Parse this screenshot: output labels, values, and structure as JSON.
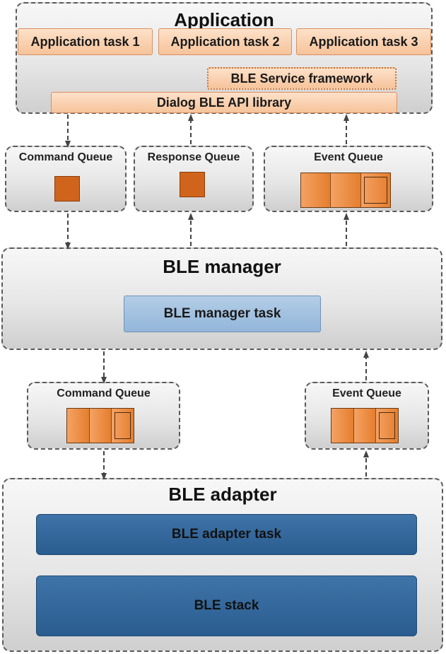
{
  "application": {
    "title": "Application",
    "tasks": [
      "Application task 1",
      "Application task 2",
      "Application task 3"
    ],
    "service_framework": "BLE Service framework",
    "api_library": "Dialog BLE API library"
  },
  "upper_queues": {
    "command": "Command Queue",
    "response": "Response Queue",
    "event": "Event Queue"
  },
  "ble_manager": {
    "title": "BLE manager",
    "task": "BLE manager task"
  },
  "lower_queues": {
    "command": "Command Queue",
    "event": "Event Queue"
  },
  "ble_adapter": {
    "title": "BLE adapter",
    "task": "BLE adapter task",
    "stack": "BLE stack"
  },
  "colors": {
    "queue_item": "#d0641c",
    "orange_task": "#f6c39a",
    "manager_task": "#92b6da",
    "adapter_blocks": "#2a5c8f",
    "panel_border": "#5a5a5a"
  }
}
